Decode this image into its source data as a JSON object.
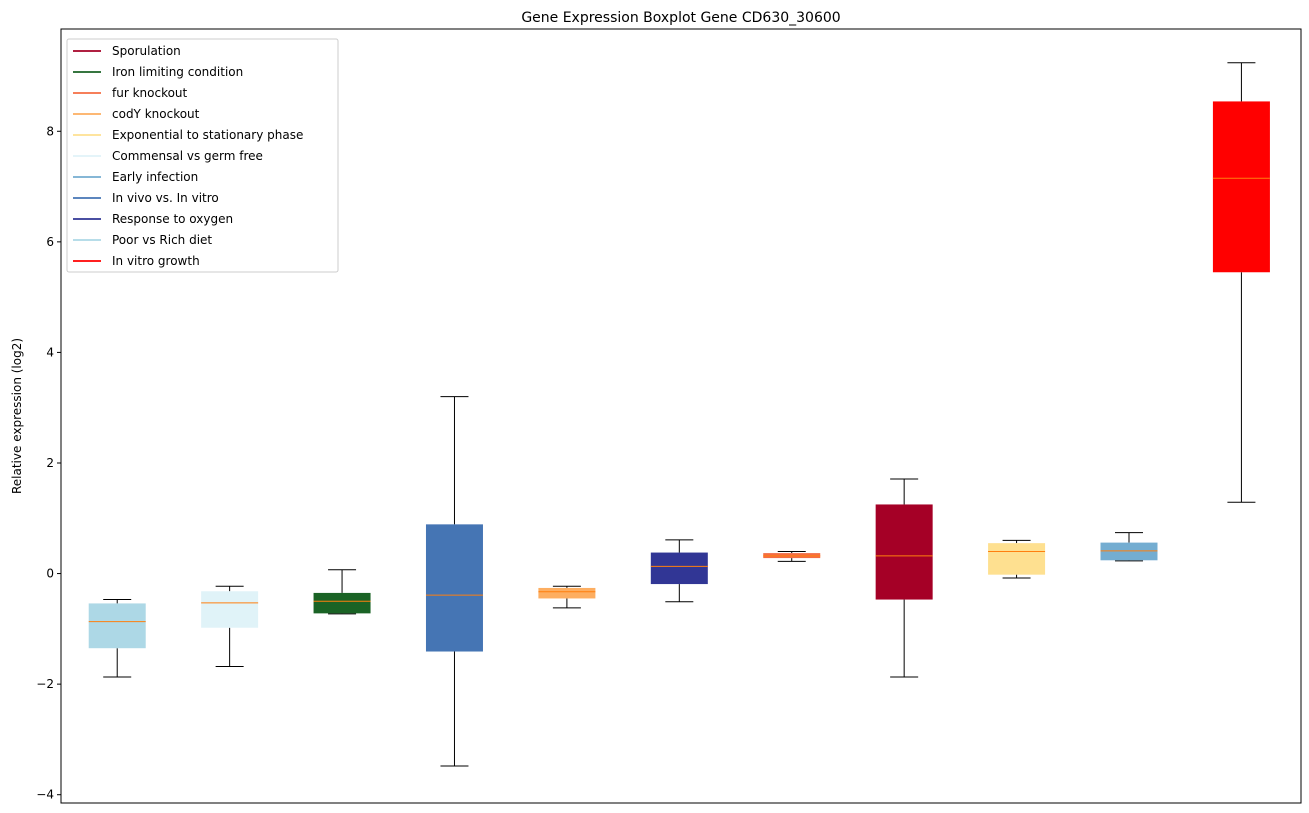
{
  "chart_data": {
    "type": "box",
    "title": "Gene Expression Boxplot Gene CD630_30600",
    "xlabel": "",
    "ylabel": "Relative expression (log2)",
    "ylim": [
      -4.15,
      9.85
    ],
    "yticks": [
      -4,
      -2,
      0,
      2,
      4,
      6,
      8
    ],
    "ytick_labels": [
      "−4",
      "−2",
      "0",
      "2",
      "4",
      "6",
      "8"
    ],
    "legend_position": "top-left",
    "median_color": "#ff7f0e",
    "series": [
      {
        "name": "Poor vs Rich diet",
        "color": "#add8e6",
        "whisker_low": -1.87,
        "q1": -1.35,
        "median": -0.87,
        "q3": -0.54,
        "whisker_high": -0.47
      },
      {
        "name": "Commensal vs germ free",
        "color": "#e0f3f8",
        "whisker_low": -1.68,
        "q1": -0.98,
        "median": -0.53,
        "q3": -0.32,
        "whisker_high": -0.23
      },
      {
        "name": "Iron limiting condition",
        "color": "#1a6325",
        "whisker_low": -0.73,
        "q1": -0.72,
        "median": -0.5,
        "q3": -0.35,
        "whisker_high": 0.07
      },
      {
        "name": "In vivo vs. In vitro",
        "color": "#4575b4",
        "whisker_low": -3.48,
        "q1": -1.41,
        "median": -0.39,
        "q3": 0.89,
        "whisker_high": 3.2
      },
      {
        "name": "codY knockout",
        "color": "#fdae61",
        "whisker_low": -0.62,
        "q1": -0.45,
        "median": -0.33,
        "q3": -0.26,
        "whisker_high": -0.23
      },
      {
        "name": "Response to oxygen",
        "color": "#313695",
        "whisker_low": -0.51,
        "q1": -0.19,
        "median": 0.13,
        "q3": 0.38,
        "whisker_high": 0.61
      },
      {
        "name": "fur knockout",
        "color": "#f46d43",
        "whisker_low": 0.22,
        "q1": 0.28,
        "median": 0.32,
        "q3": 0.37,
        "whisker_high": 0.4
      },
      {
        "name": "Sporulation",
        "color": "#a50026",
        "whisker_low": -1.87,
        "q1": -0.47,
        "median": 0.32,
        "q3": 1.25,
        "whisker_high": 1.71
      },
      {
        "name": "Exponential to stationary phase",
        "color": "#fee090",
        "whisker_low": -0.08,
        "q1": -0.02,
        "median": 0.4,
        "q3": 0.55,
        "whisker_high": 0.6
      },
      {
        "name": "Early infection",
        "color": "#74add1",
        "whisker_low": 0.23,
        "q1": 0.24,
        "median": 0.41,
        "q3": 0.56,
        "whisker_high": 0.74
      },
      {
        "name": "In vitro growth",
        "color": "#ff0000",
        "whisker_low": 1.29,
        "q1": 5.45,
        "median": 7.15,
        "q3": 8.54,
        "whisker_high": 9.24
      }
    ],
    "legend": [
      {
        "label": "Sporulation",
        "color": "#a50026"
      },
      {
        "label": "Iron limiting condition",
        "color": "#1a6325"
      },
      {
        "label": "fur knockout",
        "color": "#f46d43"
      },
      {
        "label": "codY knockout",
        "color": "#fdae61"
      },
      {
        "label": "Exponential to stationary phase",
        "color": "#fee090"
      },
      {
        "label": "Commensal vs germ free",
        "color": "#e0f3f8"
      },
      {
        "label": "Early infection",
        "color": "#74add1"
      },
      {
        "label": "In vivo vs. In vitro",
        "color": "#4575b4"
      },
      {
        "label": "Response to oxygen",
        "color": "#313695"
      },
      {
        "label": "Poor vs Rich diet",
        "color": "#add8e6"
      },
      {
        "label": "In vitro growth",
        "color": "#ff0000"
      }
    ]
  }
}
